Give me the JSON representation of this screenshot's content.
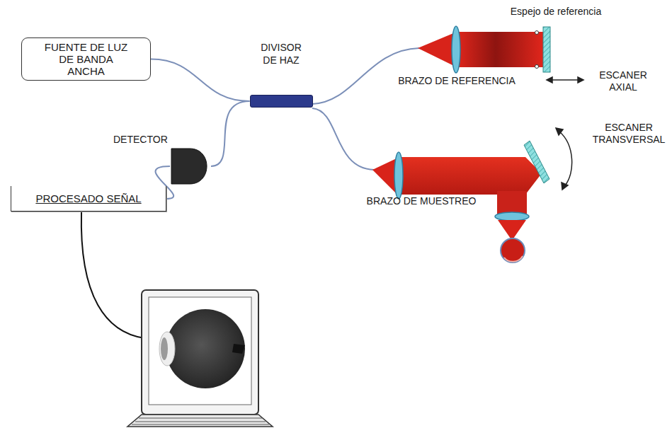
{
  "diagram": {
    "nodes": [
      {
        "text": [
          "FUENTE DE LUZ DE BANDA ANCHA"
        ]
      },
      {
        "text": [
          "DIVISOR DE HAZ"
        ]
      },
      {
        "text": [
          "DETECTOR"
        ]
      },
      {
        "text": [
          "PROCESADO SEÑAL"
        ]
      }
    ],
    "edges": [
      {
        "from": 0,
        "to": 1,
        "arrow": "none"
      },
      {
        "from": 1,
        "to": 2,
        "arrow": "none"
      },
      {
        "from": 2,
        "to": 3,
        "arrow": "none"
      }
    ],
    "labels": [
      "Espejo de referencia",
      "BRAZO DE REFERENCIA",
      "ESCANER AXIAL",
      "ESCANER TRANSVERSAL",
      "BRAZO DE MUESTREO"
    ]
  }
}
